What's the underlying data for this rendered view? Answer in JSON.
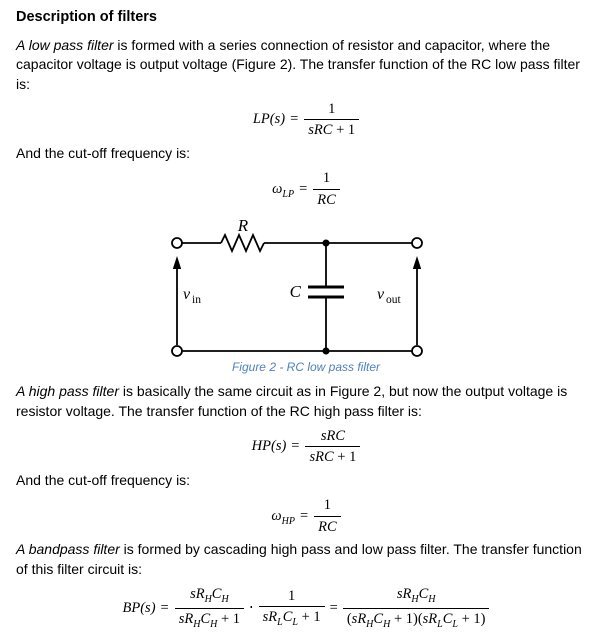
{
  "doc": {
    "title": "Description of filters",
    "paragraphs": {
      "lowpass": {
        "lead": "A low pass filter",
        "rest": " is formed with a series connection of resistor and capacitor, where the capacitor voltage is output voltage (Figure 2). The transfer function of the RC low pass filter is:"
      },
      "highpass": {
        "lead": "A high pass filter",
        "rest": " is basically the same circuit as in Figure 2, but now the output voltage is resistor voltage. The transfer function of the RC high pass filter is:"
      },
      "bandpass": {
        "lead": "A bandpass filter",
        "rest": " is formed by cascading high pass and low pass filter. The transfer function of this filter circuit is:"
      },
      "cutoff": "And the cut-off frequency is:"
    },
    "figure": {
      "caption": "Figure 2 - RC low pass filter",
      "caption_color": "#4F81BD",
      "labels": {
        "resistor": "R",
        "capacitor": "C",
        "vin_base": "v",
        "vin_sub": "in",
        "vout_base": "v",
        "vout_sub": "out"
      }
    },
    "formulas": {
      "lp": {
        "lhs": "LP(s)",
        "eq": "=",
        "num": "1",
        "den_var": "sRC",
        "den_rest": " + 1"
      },
      "omega_lp": {
        "base": "ω",
        "sub": "LP",
        "eq": "=",
        "num": "1",
        "den": "RC"
      },
      "hp": {
        "lhs": "HP(s)",
        "eq": "=",
        "num": "sRC",
        "den_var": "sRC",
        "den_rest": " + 1"
      },
      "omega_hp": {
        "base": "ω",
        "sub": "HP",
        "eq": "=",
        "num": "1",
        "den": "RC"
      },
      "bp": {
        "lhs": "BP(s)",
        "eq1": "=",
        "f1n": [
          "sR",
          "H",
          "C",
          "H"
        ],
        "f1d": [
          "sR",
          "H",
          "C",
          "H",
          " + 1"
        ],
        "dot": "⋅",
        "f2n": "1",
        "f2d": [
          "sR",
          "L",
          "C",
          "L",
          " + 1"
        ],
        "eq2": "=",
        "f3n": [
          "sR",
          "H",
          "C",
          "H"
        ],
        "f3d": [
          "(",
          "sR",
          "H",
          "C",
          "H",
          " + 1)(",
          "sR",
          "L",
          "C",
          "L",
          " + 1)"
        ]
      }
    }
  }
}
